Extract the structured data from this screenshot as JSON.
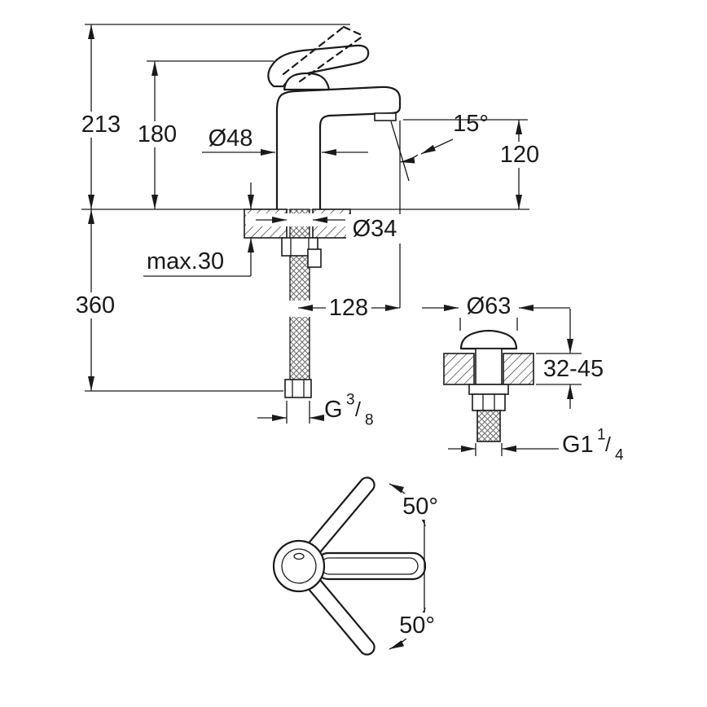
{
  "page": {
    "background": "#ffffff",
    "line_color": "#1a1a1a"
  },
  "side_view": {
    "overall_height": "213",
    "body_height": "180",
    "base_diameter": "Ø48",
    "spray_angle": "15°",
    "spout_height": "120",
    "mounting_hole_diameter": "Ø34",
    "max_deck_thickness": "max.30",
    "supply_length": "360",
    "spout_projection": "128",
    "supply_thread": {
      "prefix": "G",
      "numerator": "3",
      "slash": "/",
      "denominator": "8"
    }
  },
  "drain_detail": {
    "flange_diameter": "Ø63",
    "deck_thickness_range": "32-45",
    "waste_thread": {
      "prefix": "G1",
      "numerator": "1",
      "slash": "/",
      "denominator": "4"
    }
  },
  "top_view": {
    "swing_angle_up": "50°",
    "swing_angle_down": "50°"
  }
}
